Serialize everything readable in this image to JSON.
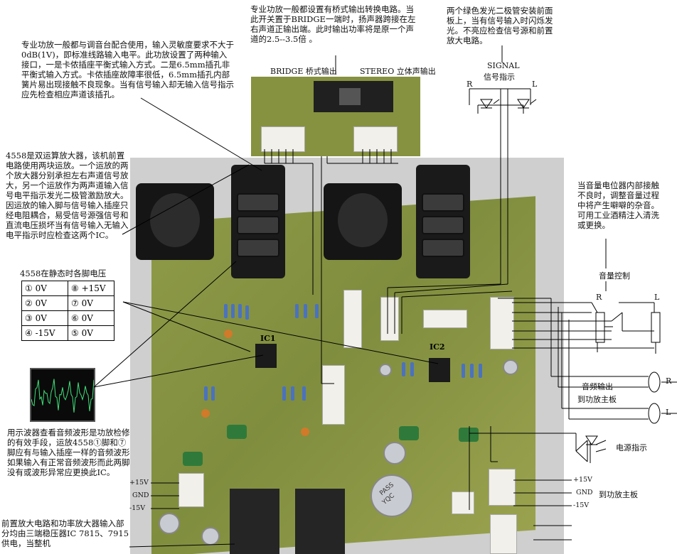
{
  "annotations": {
    "input_note": "专业功放一般都与调音台配合使用，输入灵敏度要求不大于0dB(1V)，即标准线路输入电平。此功放设置了两种输入接口，一是卡侬插座平衡式输入方式。二是6.5mm插孔非平衡式输入方式。卡侬插座故障率很低，6.5mm插孔内部簧片易出现接触不良现象。当有信号输入却无输入信号指示应先检查相应声道该插孔。",
    "bridge_note": "专业功放一般都设置有桥式输出转换电路。当此开关置于BRIDGE一端时，扬声器跨接在左右声道正输出端。此时输出功率将是原一个声道的2.5--3.5倍 。",
    "led_note": "两个绿色发光二极管安装前面板上，当有信号输入时闪烁发光。不亮应检查信号源和前置放大电路。",
    "ic_note": "4558是双运算放大器，该机前置电路使用两块运放。一个运放的两个放大器分别承担左右声道信号放大，另一个运放作为两声道输入信号电平指示发光二极管激励放大。因运放的输入脚与信号输入插座只经电阻耦合，易受信号源强信号和直流电压损坏当有信号输入无输入电平指示时应检查这两个IC。",
    "pin_table_title": "4558在静态时各脚电压",
    "volume_note": "当音量电位器内部接触不良时，调整音量过程中将产生噼噼的杂音。可用工业酒精注入清洗或更换。",
    "scope_note": "用示波器查看音频波形是功放检修的有效手段，运放4558①脚和⑦脚应有与输入插座一样的音频波形如果输入有正常音频波形而此两脚没有或波形异常应更换此IC。",
    "regulator_note": "前置放大电路和功率放大器输入部分均由三端稳压器IC 7815、7915 供电，当整机"
  },
  "pin_voltages": [
    {
      "left_pin": "①",
      "left_v": "0V",
      "right_pin": "⑧",
      "right_v": "+15V"
    },
    {
      "left_pin": "②",
      "left_v": "0V",
      "right_pin": "⑦",
      "right_v": "0V"
    },
    {
      "left_pin": "③",
      "left_v": "0V",
      "right_pin": "⑥",
      "right_v": "0V"
    },
    {
      "left_pin": "④",
      "left_v": "-15V",
      "right_pin": "⑤",
      "right_v": "0V"
    }
  ],
  "labels": {
    "bridge_output": "BRIDGE 桥式输出",
    "stereo_output": "STEREO 立体声输出",
    "signal_en": "SIGNAL",
    "signal_cn": "信号指示",
    "r": "R",
    "l": "L",
    "volume_control": "音量控制",
    "audio_out_line1": "音频输出",
    "audio_out_line2": "到功放主板",
    "power_indicator": "电源指示",
    "to_main_board": "到功放主板",
    "plus15": "+15V",
    "gnd": "GND",
    "minus15": "-15V",
    "ic1": "IC1",
    "ic2": "IC2",
    "cap_text1": "PASS",
    "cap_text2": "YQC"
  },
  "colors": {
    "pcb": "#86923f",
    "scope_trace": "#3fe07a",
    "resistor": "#4a72c0"
  }
}
